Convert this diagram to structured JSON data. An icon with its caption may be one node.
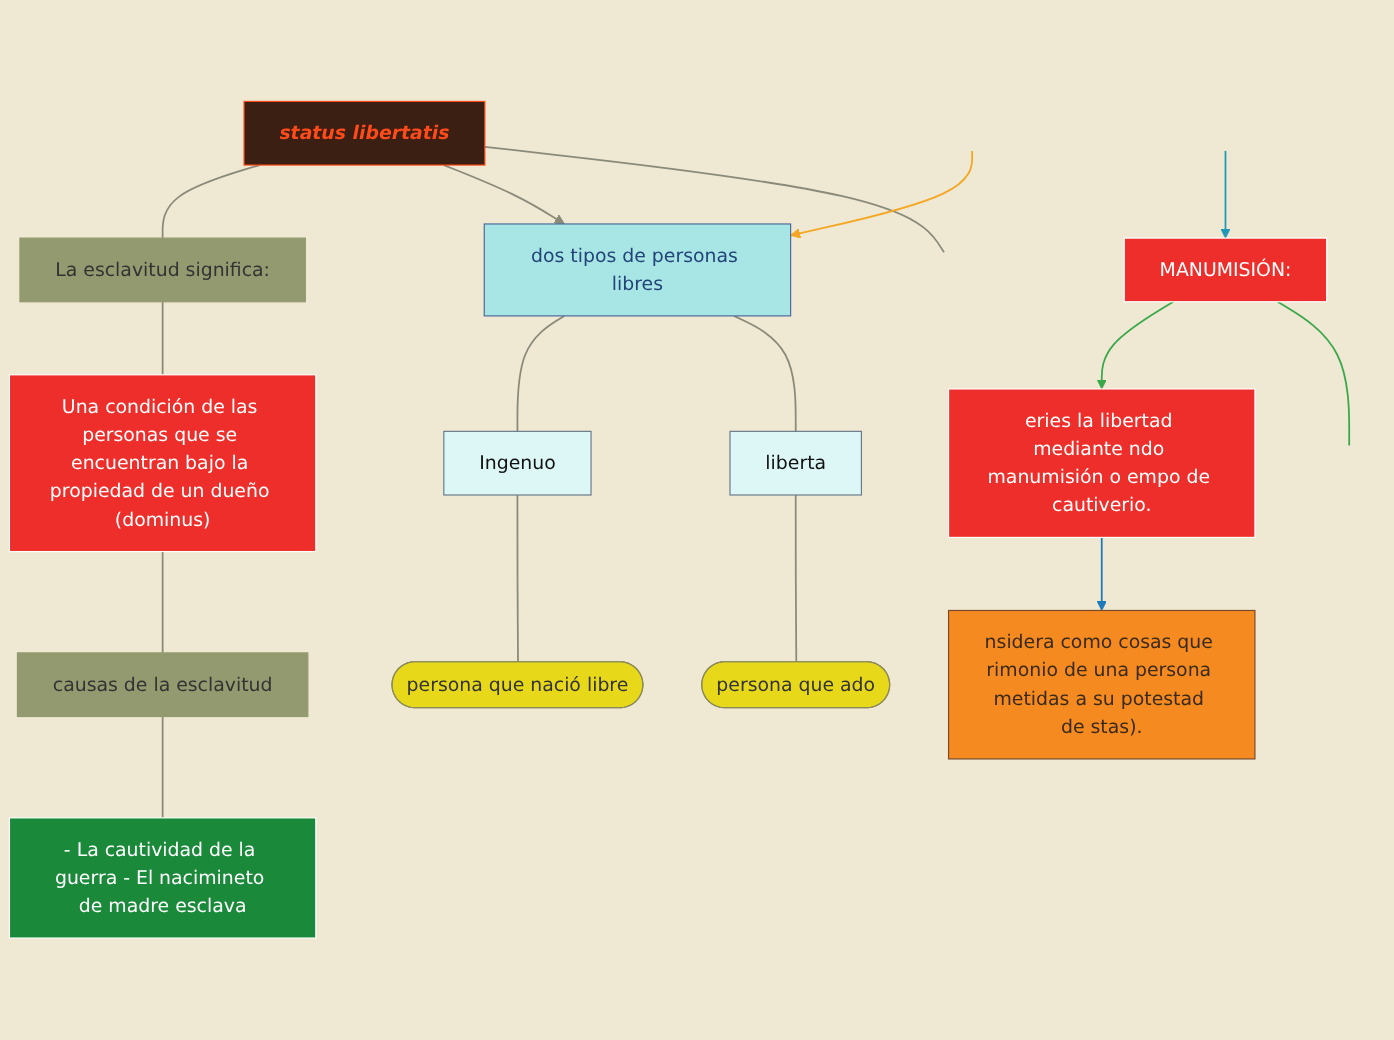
{
  "diagram": {
    "nodes": [
      {
        "text": [
          "status libertatis"
        ]
      },
      {
        "text": [
          "La esclavitud significa:"
        ]
      },
      {
        "text": [
          "Una condición de las personas que se encuentran bajo la propiedad de un dueño (dominus)"
        ]
      },
      {
        "text": [
          "causas de la esclavitud"
        ]
      },
      {
        "text": [
          "- La cautividad de la guerra - El nacimineto de madre esclava"
        ]
      },
      {
        "text": [
          "dos tipos de personas libres"
        ]
      },
      {
        "text": [
          "Ingenuo"
        ]
      },
      {
        "text": [
          "persona que nació libre"
        ]
      },
      {
        "text": [
          "liberta"
        ]
      },
      {
        "text": [
          "persona que ado"
        ]
      },
      {
        "text": [
          "nsidera como cosas que rimonio de una persona metidas a su potestad de stas)."
        ]
      },
      {
        "text": [
          "eries la libertad mediante ndo manumisión o empo de cautiverio."
        ]
      },
      {
        "text": [
          "MANUMISIÓN:"
        ]
      }
    ],
    "edges": [
      {
        "from": 0,
        "to": 1,
        "arrow": "none"
      },
      {
        "from": 1,
        "to": 2,
        "arrow": "none"
      },
      {
        "from": 2,
        "to": 3,
        "arrow": "none"
      },
      {
        "from": 3,
        "to": 4,
        "arrow": "none"
      },
      {
        "from": 0,
        "to": 5,
        "arrow": "to"
      },
      {
        "from": 0,
        "to": null,
        "arrow": "none"
      },
      {
        "from": 5,
        "to": 6,
        "arrow": "none"
      },
      {
        "from": 5,
        "to": 8,
        "arrow": "none"
      },
      {
        "from": 6,
        "to": 7,
        "arrow": "none"
      },
      {
        "from": 8,
        "to": 9,
        "arrow": "none"
      },
      {
        "from": null,
        "to": 5,
        "arrow": "to",
        "color": "#f5a623"
      },
      {
        "from": 11,
        "to": 10,
        "arrow": "to",
        "color": "#1e7ab8"
      },
      {
        "from": 12,
        "to": 11,
        "arrow": "to",
        "color": "#3aa84a"
      },
      {
        "from": 12,
        "to": null,
        "arrow": "none",
        "color": "#3aa84a"
      },
      {
        "from": null,
        "to": 12,
        "arrow": "to",
        "color": "#1e9ab8"
      }
    ]
  }
}
